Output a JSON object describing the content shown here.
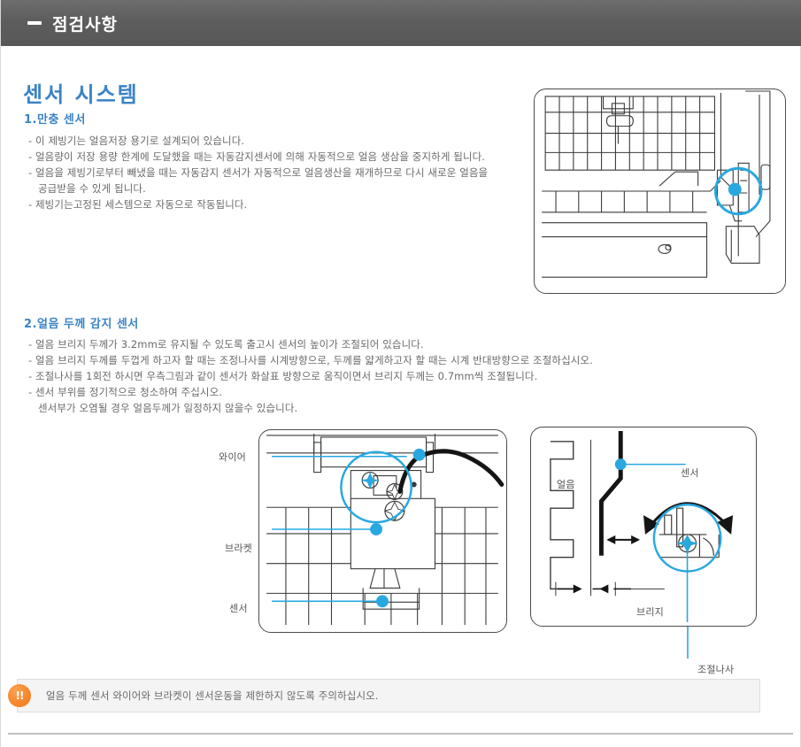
{
  "header": {
    "title": "점검사항",
    "dash_icon": "minus-icon"
  },
  "doc": {
    "title": "센서 시스템"
  },
  "section1": {
    "heading": "1.만충 센서",
    "lines": [
      "- 이 제빙기는 얼음저장 용기로 설계되어 있습니다.",
      "- 얼음량이 저장 용량 한계에 도달했을 때는 자동감지센서에 의해 자동적으로 얼음 생삼을 중지하게 됩니다.",
      "- 얼음을 제빙기로부터 빼냈을 때는 자동감지 센서가 자동적으로 얼음생산을 재개하므로 다시 새로운 얼음을",
      "공급받을 수 있게 됩니다.",
      "- 제빙기는고정된 세스템으로 자동으로 작동됩니다."
    ]
  },
  "section2": {
    "heading": "2.얼음 두께 감지 센서",
    "lines": [
      "- 얼음 브리지 두께가 3.2mm로 유지될 수 있도록 출고시 센서의 높이가 조절되어 있습니다.",
      "- 얼음 브리지 두께를 두껍게 하고자 할 때는 조정나사를 시계방향으로, 두께를 얇게하고자 할 때는 시계 반대방향으로 조절하십시오.",
      "- 조절나사를 1회전 하시면 우측그림과 같이 센서가 화살표 방향으로 움직이면서 브리지 두께는 0.7mm씩 조절됩니다.",
      "- 센서 부위를 정기적으로 청소하여 주십시오.",
      "센서부가 오염될 경우 얼음두께가 일정하지 않을수 있습니다."
    ]
  },
  "notice": {
    "icon": "warning-double-exclamation-icon",
    "icon_glyph": "!!",
    "text": "얼음 두께 센서 와이어와 브라켓이 센서운동을 제한하지 않도록 주의하십시오."
  },
  "figures": {
    "figure1": {
      "name": "ice-maker-bin-sensor-diagram"
    },
    "figure2": {
      "name": "thickness-sensor-assembly-diagram",
      "labels": {
        "wire": "와이어",
        "bracket": "브라켓",
        "sensor": "센서"
      }
    },
    "figure3": {
      "name": "ice-bridge-adjustment-diagram",
      "labels": {
        "ice": "얼음",
        "sensor": "센서",
        "bridge": "브리지",
        "adjust_screw": "조절나사"
      }
    }
  },
  "colors": {
    "header_bg": "#5d5d5d",
    "accent_blue": "#3b83c6",
    "highlight_blue": "#29a8e0",
    "warning_orange": "#f5862b",
    "body_text": "#6a6a6a",
    "notice_bg": "#f4f4f4"
  }
}
